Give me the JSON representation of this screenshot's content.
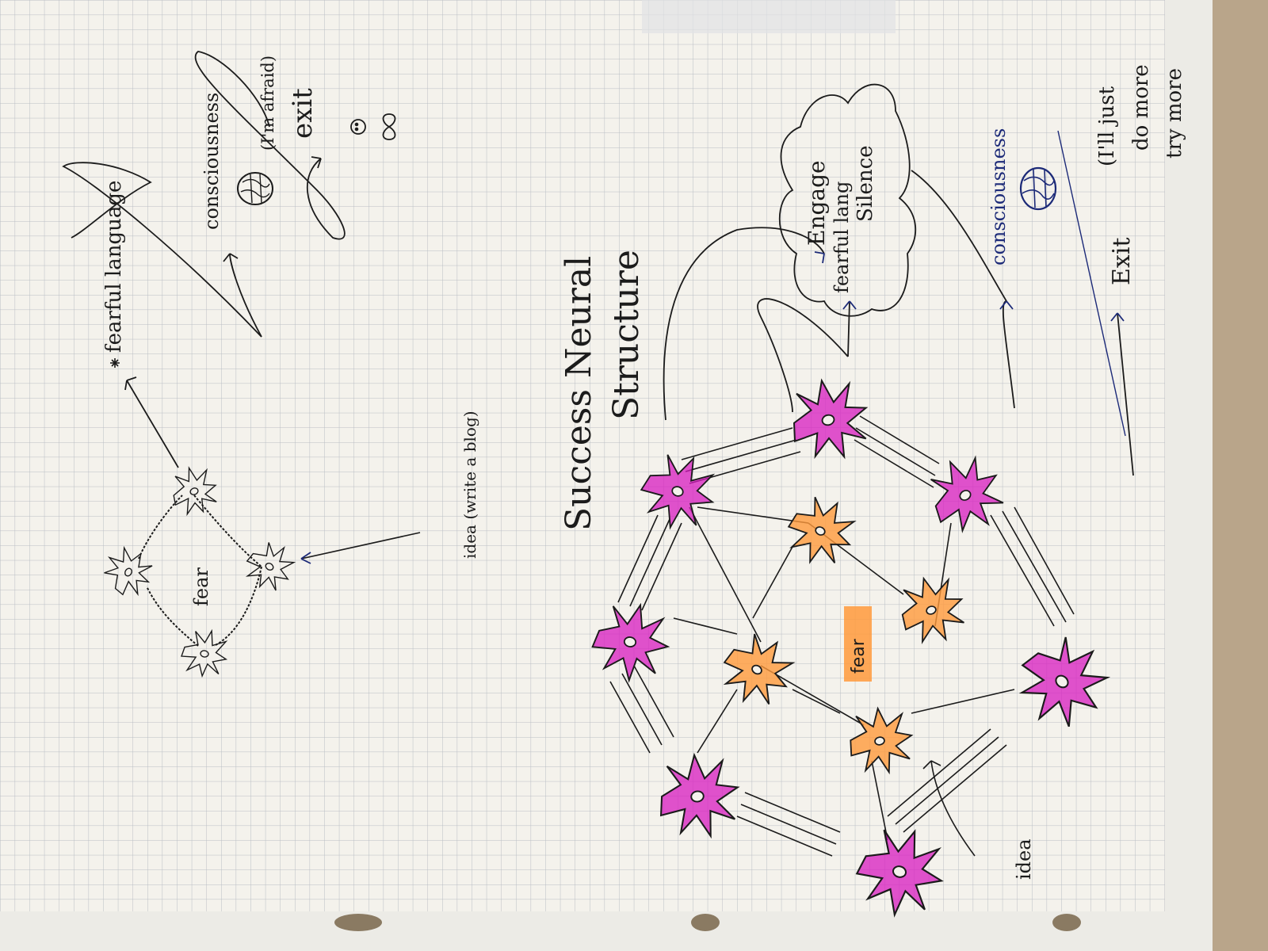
{
  "notes": {
    "left_diagram": {
      "fearful_language": "fearful language",
      "consciousness": "consciousness",
      "im_afraid": "(I'm afraid)",
      "exit": "exit",
      "fear": "fear",
      "idea_write_blog": "idea (write a blog)"
    },
    "right_diagram": {
      "title_line1": "Success Neural",
      "title_line2": "Structure",
      "cloud_line1": "Engage",
      "cloud_line2": "Silence",
      "fearful_lang": "fearful lang",
      "consciousness": "consciousness",
      "exit": "Exit",
      "ill_just": "(I'll just",
      "do_more": "do more",
      "try_more": "try more",
      "fear_box": "fear",
      "idea": "idea"
    }
  },
  "colors": {
    "paper": "#f4f2ec",
    "grid": "#b9bdc4",
    "ink_black": "#1b1b1b",
    "ink_blue": "#1c2a78",
    "magenta": "#d81bc0",
    "orange": "#ff9a3c",
    "background": "#b9a58a"
  },
  "icons": [
    "brain-icon",
    "infinity-icon",
    "smiley-icon",
    "star-icon"
  ]
}
